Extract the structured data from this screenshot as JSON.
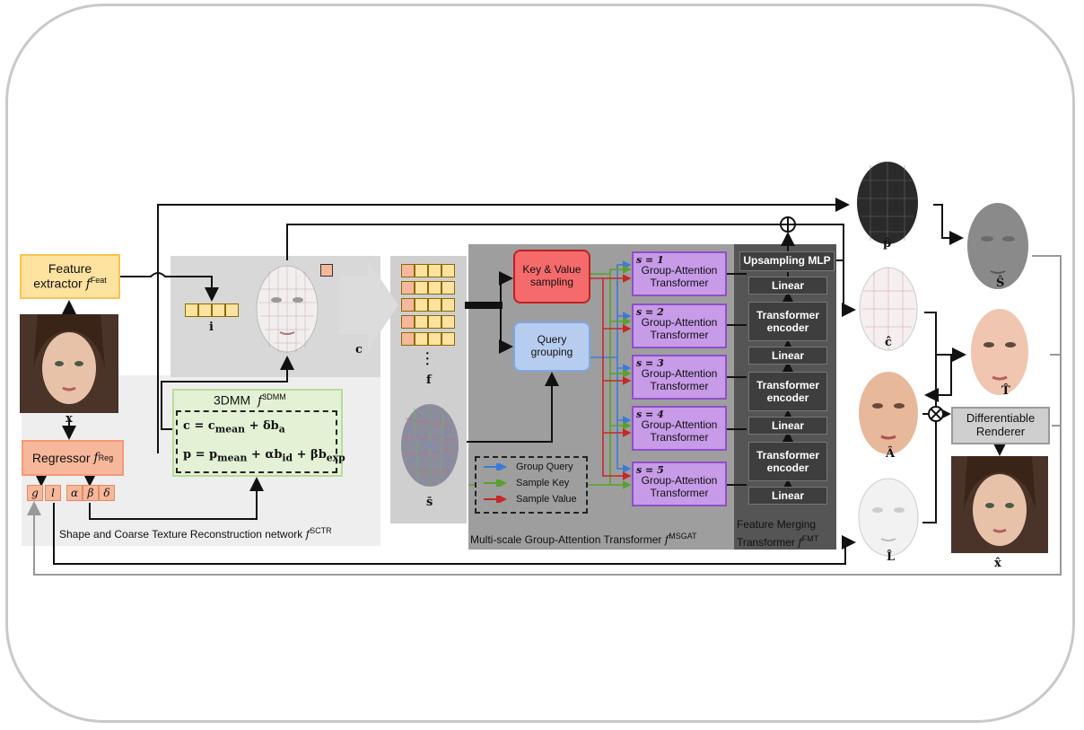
{
  "feature_extractor": {
    "line1": "Feature",
    "line2": "extractor",
    "fn": "f",
    "sup": "Feat"
  },
  "regressor": {
    "label": "Regressor",
    "fn": "f",
    "sup": "Reg"
  },
  "params": [
    "g",
    "l",
    "α",
    "β",
    "δ"
  ],
  "input_label": "x",
  "i_label": "i",
  "c_label": "c",
  "f_label": "f",
  "s_bar_label": "s̄",
  "dmm": {
    "title": "3DMM",
    "fn": "f",
    "sup": "3DMM",
    "eq1": "c = c",
    "eq1_sub": "mean",
    "eq1_rest": "+ δb",
    "eq1_sub2": "a",
    "eq2": "p = p",
    "eq2_sub": "mean",
    "eq2_rest": "+ αb",
    "eq2_sub2": "id",
    "eq2_rest2": "+ βb",
    "eq2_sub3": "exp"
  },
  "sctr_caption": {
    "text": "Shape and Coarse Texture Reconstruction network",
    "fn": "f",
    "sup": "SCTR"
  },
  "key_value": {
    "line1": "Key & Value",
    "line2": "sampling"
  },
  "query_grouping": {
    "line1": "Query",
    "line2": "grouping"
  },
  "group_attention": [
    {
      "s": "s = 1",
      "line1": "Group-Attention",
      "line2": "Transformer"
    },
    {
      "s": "s = 2",
      "line1": "Group-Attention",
      "line2": "Transformer"
    },
    {
      "s": "s = 3",
      "line1": "Group-Attention",
      "line2": "Transformer"
    },
    {
      "s": "s = 4",
      "line1": "Group-Attention",
      "line2": "Transformer"
    },
    {
      "s": "s = 5",
      "line1": "Group-Attention",
      "line2": "Transformer"
    }
  ],
  "legend": [
    {
      "label": "Group Query",
      "color": "#3a7bd5"
    },
    {
      "label": "Sample Key",
      "color": "#5aa02c"
    },
    {
      "label": "Sample Value",
      "color": "#c62828"
    }
  ],
  "msgat_caption": {
    "text": "Multi-scale Group-Attention Transformer",
    "fn": "f",
    "sup": "MSGAT"
  },
  "fmt": {
    "upsampling": "Upsampling MLP",
    "blocks": [
      "Linear",
      "Transformer encoder",
      "Linear",
      "Transformer encoder",
      "Linear",
      "Transformer encoder",
      "Linear"
    ],
    "caption_line1": "Feature Merging",
    "caption_line2": "Transformer",
    "fn": "f",
    "sup": "FMT"
  },
  "renderer": {
    "line1": "Differentiable",
    "line2": "Renderer"
  },
  "outputs": {
    "p_hat": "p̂",
    "c_hat": "ĉ",
    "A_hat": "Â",
    "L_hat": "L̂",
    "S_hat": "Ŝ",
    "T_hat": "T̂",
    "x_hat": "x̂"
  }
}
